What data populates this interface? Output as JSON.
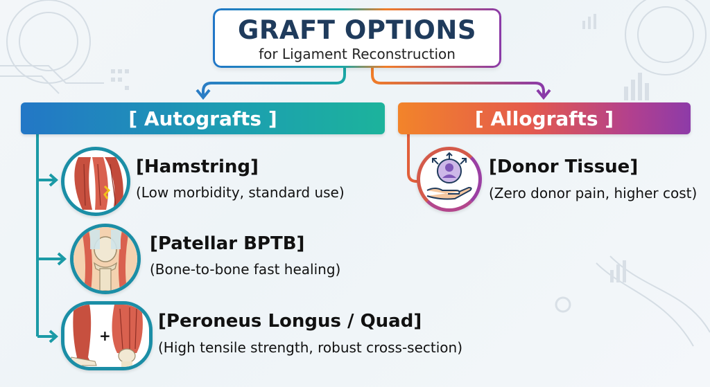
{
  "title": {
    "main": "GRAFT OPTIONS",
    "subtitle": "for Ligament Reconstruction"
  },
  "categories": [
    {
      "id": "autografts",
      "label": "[ Autografts ]",
      "color_start": "#2377c6",
      "color_end": "#1cb39c",
      "items": [
        {
          "title": "[Hamstring]",
          "description": "(Low morbidity, standard use)",
          "icon": "hamstring-muscle-icon"
        },
        {
          "title": "[Patellar BPTB]",
          "description": "(Bone-to-bone fast healing)",
          "icon": "knee-patellar-icon"
        },
        {
          "title": "[Peroneus Longus / Quad]",
          "description": "(High tensile strength, robust cross-section)",
          "icon": "leg-and-quad-muscle-icon"
        }
      ]
    },
    {
      "id": "allografts",
      "label": "[ Allografts ]",
      "color_start": "#f2842a",
      "color_end": "#8d3ba8",
      "items": [
        {
          "title": "[Donor Tissue]",
          "description": "(Zero donor pain, higher cost)",
          "icon": "donor-hand-icon"
        }
      ]
    }
  ]
}
